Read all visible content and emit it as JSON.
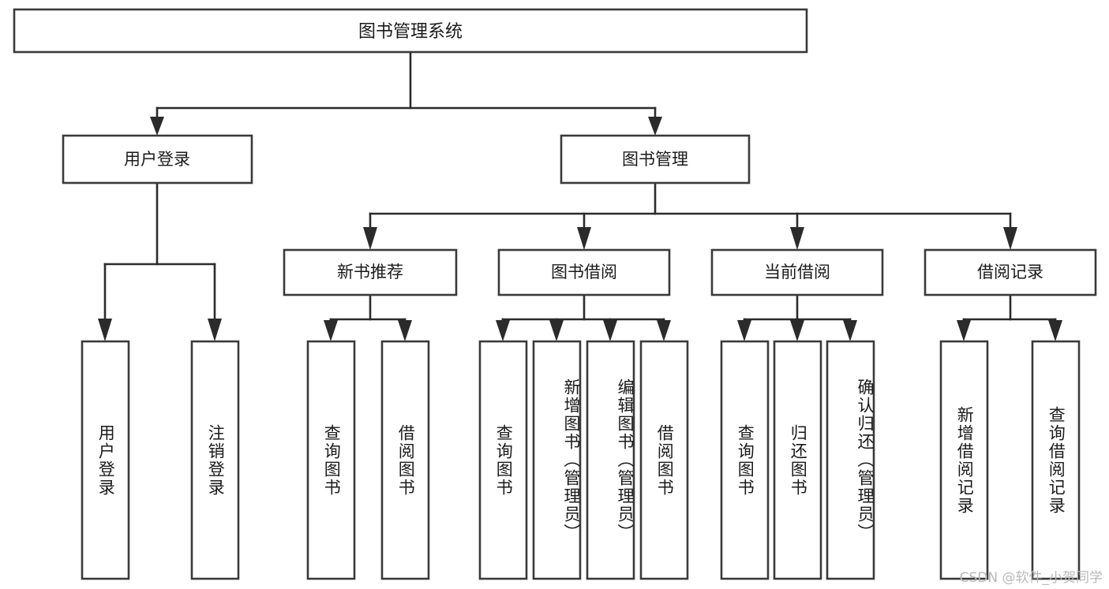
{
  "diagram": {
    "type": "tree-hierarchy",
    "title": "图书管理系统",
    "root": {
      "id": "root",
      "label": "图书管理系统",
      "level": 1
    },
    "level2": [
      {
        "id": "user-login",
        "label": "用户登录"
      },
      {
        "id": "book-manage",
        "label": "图书管理"
      }
    ],
    "level3": [
      {
        "id": "new-book-rec",
        "label": "新书推荐",
        "parent": "book-manage"
      },
      {
        "id": "book-borrow",
        "label": "图书借阅",
        "parent": "book-manage"
      },
      {
        "id": "current-borrow",
        "label": "当前借阅",
        "parent": "book-manage"
      },
      {
        "id": "borrow-record",
        "label": "借阅记录",
        "parent": "book-manage"
      }
    ],
    "leaves": [
      {
        "id": "leaf-user-login",
        "label": "用户登录",
        "parent": "user-login"
      },
      {
        "id": "leaf-user-logout",
        "label": "注销登录",
        "parent": "user-login"
      },
      {
        "id": "leaf-query-book-1",
        "label": "查询图书",
        "parent": "new-book-rec"
      },
      {
        "id": "leaf-borrow-book-1",
        "label": "借阅图书",
        "parent": "new-book-rec"
      },
      {
        "id": "leaf-query-book-2",
        "label": "查询图书",
        "parent": "book-borrow"
      },
      {
        "id": "leaf-add-book",
        "label": "新增图书（管理员）",
        "parent": "book-borrow"
      },
      {
        "id": "leaf-edit-book",
        "label": "编辑图书（管理员）",
        "parent": "book-borrow"
      },
      {
        "id": "leaf-borrow-book-2",
        "label": "借阅图书",
        "parent": "book-borrow"
      },
      {
        "id": "leaf-query-book-3",
        "label": "查询图书",
        "parent": "current-borrow"
      },
      {
        "id": "leaf-return-book",
        "label": "归还图书",
        "parent": "current-borrow"
      },
      {
        "id": "leaf-confirm-return",
        "label": "确认归还（管理员）",
        "parent": "current-borrow"
      },
      {
        "id": "leaf-add-record",
        "label": "新增借阅记录",
        "parent": "borrow-record"
      },
      {
        "id": "leaf-query-record",
        "label": "查询借阅记录",
        "parent": "borrow-record"
      }
    ],
    "colors": {
      "box_stroke": "#3a3a3a",
      "connector": "#2b2b2b",
      "background": "#ffffff",
      "text": "#1a1a1a",
      "watermark": "#b9b9b9"
    }
  },
  "watermark": {
    "text": "CSDN @软件_小贺同学"
  }
}
